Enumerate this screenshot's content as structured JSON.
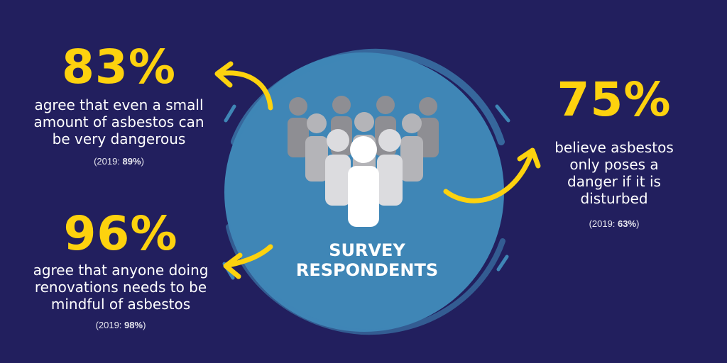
{
  "stats": {
    "left_top": {
      "percent": "83%",
      "lines": [
        "agree that even a small",
        "amount of asbestos can",
        "be very dangerous"
      ],
      "prev_prefix": "(2019: ",
      "prev_value": "89%",
      "prev_suffix": ")"
    },
    "left_bottom": {
      "percent": "96%",
      "lines": [
        "agree that anyone doing",
        "renovations needs to be",
        "mindful of asbestos"
      ],
      "prev_prefix": "(2019: ",
      "prev_value": "98%",
      "prev_suffix": ")"
    },
    "right": {
      "percent": "75%",
      "lines": [
        "believe asbestos",
        "only poses a",
        "danger if it is",
        "disturbed"
      ],
      "prev_prefix": "(2019: ",
      "prev_value": "63%",
      "prev_suffix": ")"
    }
  },
  "center": {
    "lines": [
      "SURVEY",
      "RESPONDENTS"
    ],
    "icon": "people-group-icon"
  },
  "colors": {
    "background": "#221f5e",
    "circle": "#3f86b6",
    "accent": "#fdd20e",
    "text": "#ffffff"
  }
}
